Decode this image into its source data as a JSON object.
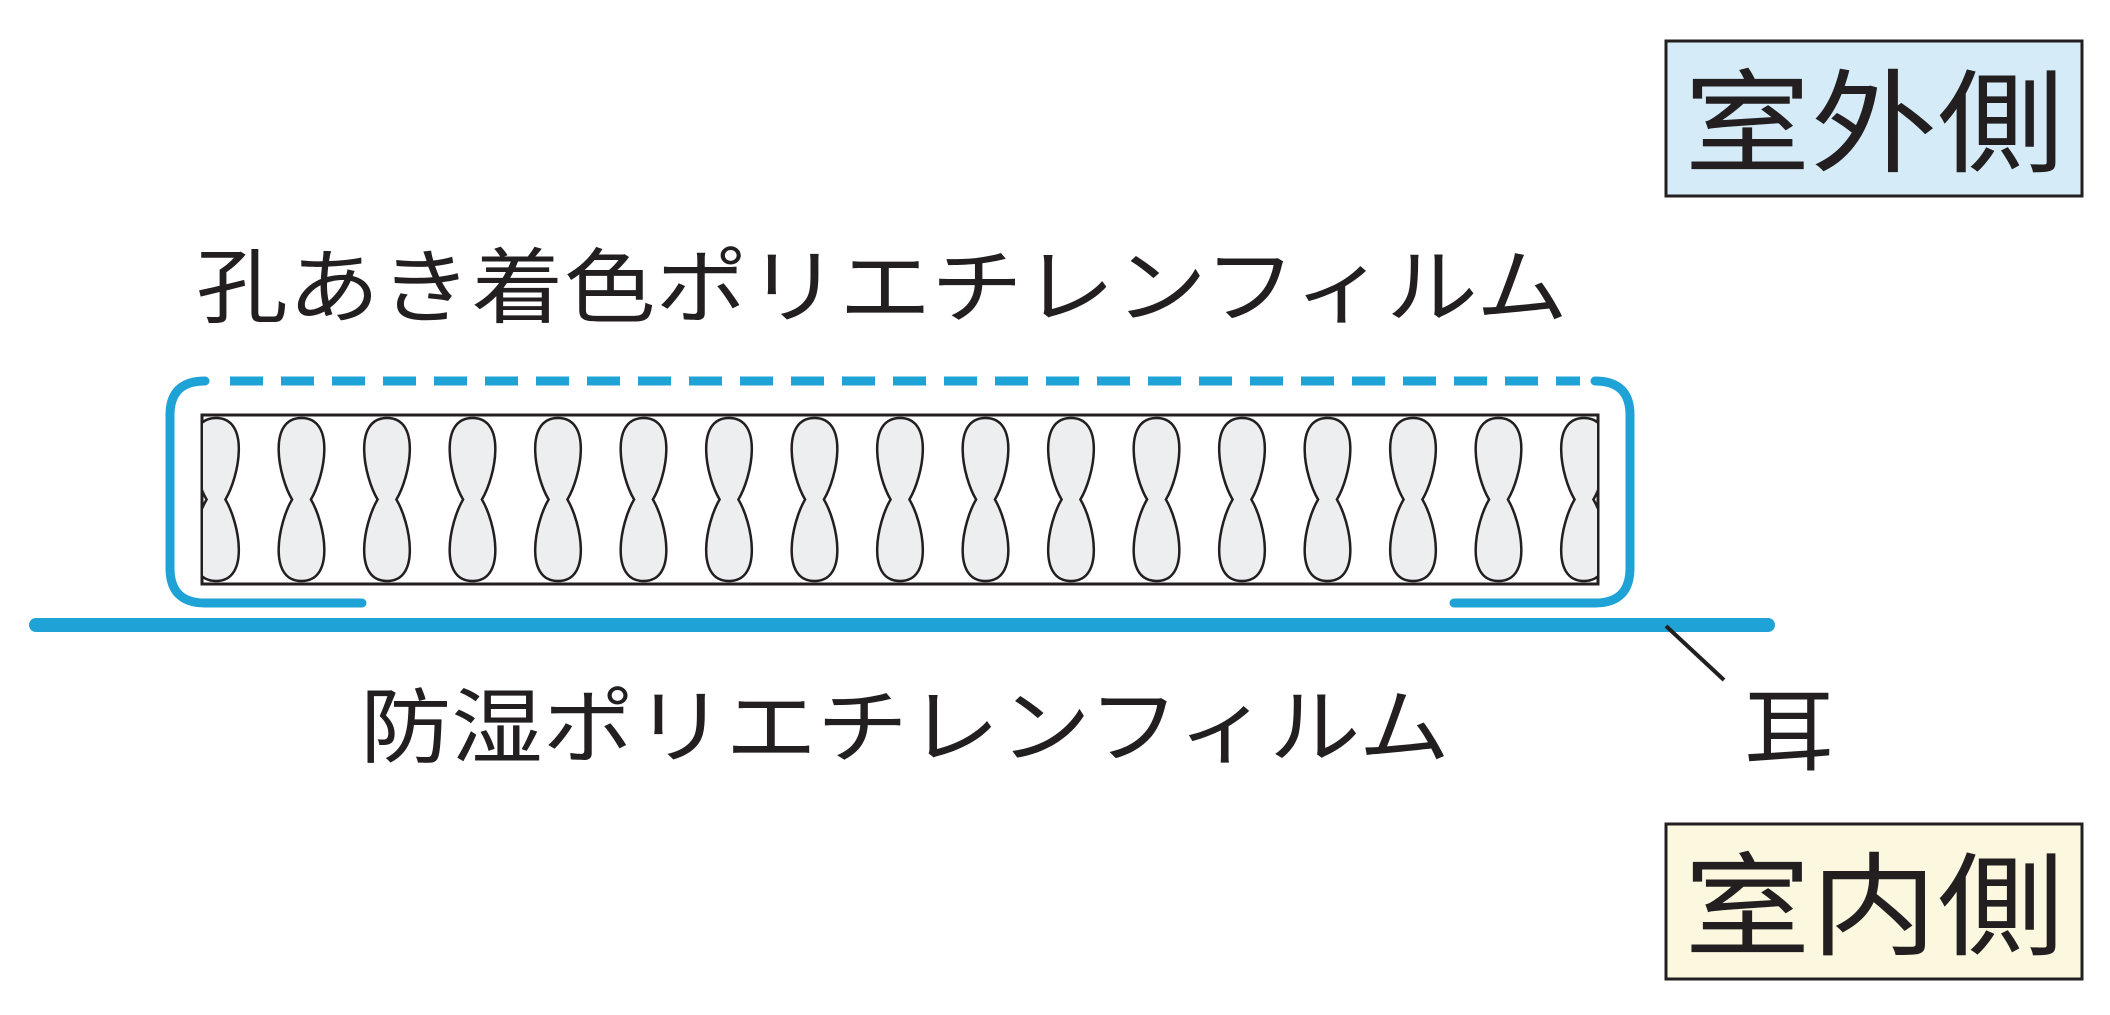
{
  "labels": {
    "outdoor": "室外側",
    "perforated_film": "孔あき着色ポリエチレンフィルム",
    "vapor_barrier_film": "防湿ポリエチレンフィルム",
    "ear": "耳",
    "indoor": "室内側"
  },
  "colors": {
    "film_blue": "#1fa3d6",
    "outdoor_box": "#d5ecf8",
    "indoor_box": "#fbf8df",
    "insulation_fill": "#eceef0",
    "line": "#231f20"
  },
  "insulation": {
    "bubble_count": 17
  }
}
